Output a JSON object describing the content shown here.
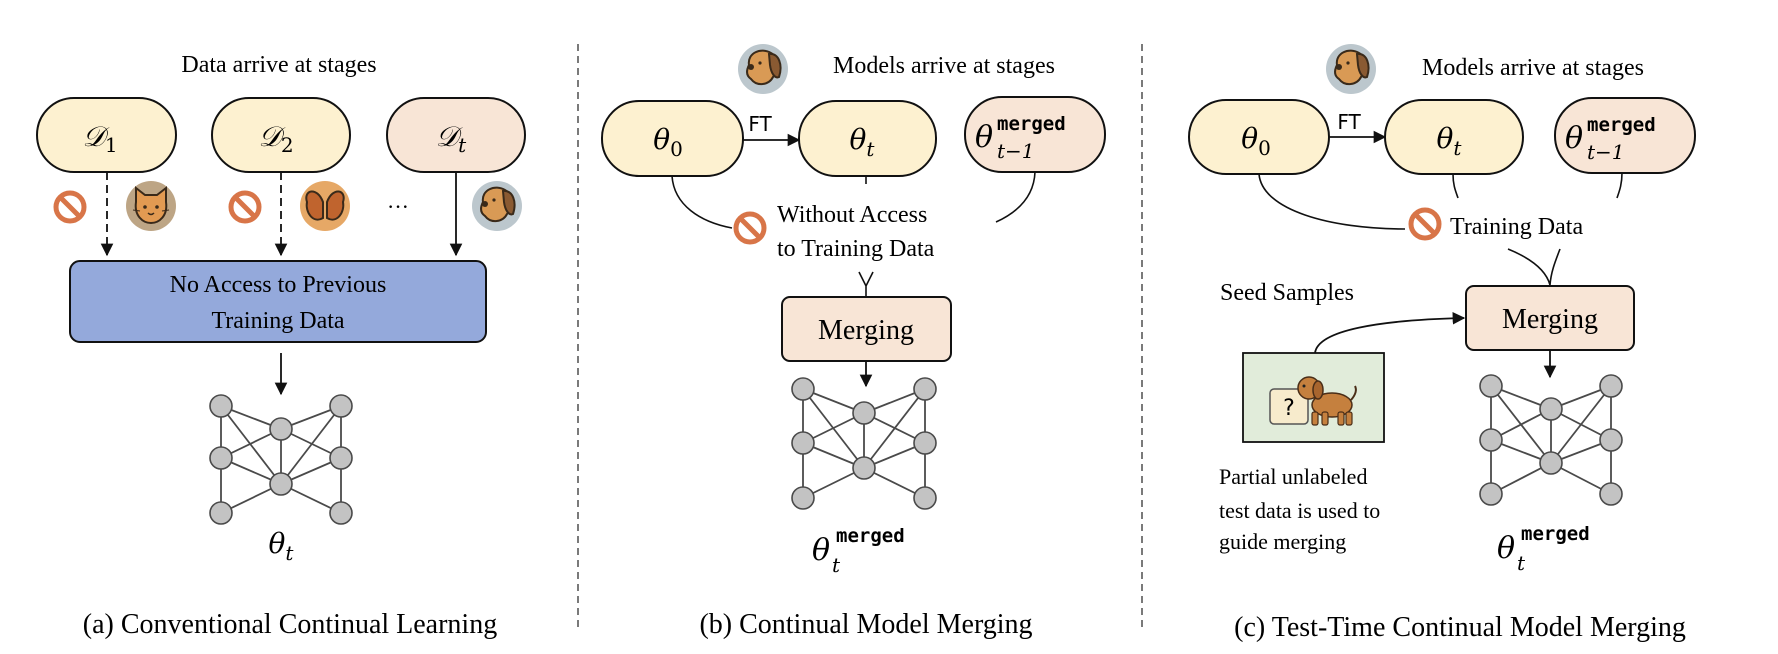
{
  "colors": {
    "pill_yellow": "#fdf1d0",
    "pill_peach": "#f8e5d6",
    "blue_box": "#94a9db",
    "merge_box": "#f8e5d6",
    "seed_box": "#e1ecda",
    "node_fill": "#c3c3c3",
    "node_stroke": "#4a4a4a",
    "stop_sign": "#d87548",
    "stroke": "#111111"
  },
  "panel_a": {
    "title": "Data arrive at stages",
    "datasets": [
      {
        "symbol": "𝒟",
        "sub": "1",
        "access": "blocked",
        "icon": "cat-icon"
      },
      {
        "symbol": "𝒟",
        "sub": "2",
        "access": "blocked",
        "icon": "butterfly-icon"
      },
      {
        "symbol": "𝒟",
        "sub": "t",
        "access": "current",
        "icon": "dog-icon"
      }
    ],
    "ellipsis": "···",
    "box_line1": "No Access to Previous",
    "box_line2": "Training Data",
    "output_symbol": "θ",
    "output_sub": "t",
    "caption": "(a) Conventional Continual Learning"
  },
  "panel_b": {
    "title": "Models arrive at stages",
    "ft_label": "FT",
    "pill_base": {
      "symbol": "θ",
      "sub": "0"
    },
    "pill_finetuned": {
      "symbol": "θ",
      "sub": "t"
    },
    "pill_prev_merged": {
      "symbol": "θ",
      "sup": "merged",
      "sub": "t−1"
    },
    "note_line1": "Without Access",
    "note_line2": "to Training Data",
    "merge_label": "Merging",
    "output": {
      "symbol": "θ",
      "sup": "merged",
      "sub": "t"
    },
    "caption": "(b) Continual Model Merging"
  },
  "panel_c": {
    "title": "Models arrive at stages",
    "ft_label": "FT",
    "pill_base": {
      "symbol": "θ",
      "sub": "0"
    },
    "pill_finetuned": {
      "symbol": "θ",
      "sub": "t"
    },
    "pill_prev_merged": {
      "symbol": "θ",
      "sup": "merged",
      "sub": "t−1"
    },
    "note": "Training Data",
    "seed_label": "Seed Samples",
    "seed_question": "?",
    "desc_line1": "Partial unlabeled",
    "desc_line2": "test data is used to",
    "desc_line3": "guide merging",
    "merge_label": "Merging",
    "output": {
      "symbol": "θ",
      "sup": "merged",
      "sub": "t"
    },
    "caption": "(c) Test-Time Continual Model Merging"
  }
}
